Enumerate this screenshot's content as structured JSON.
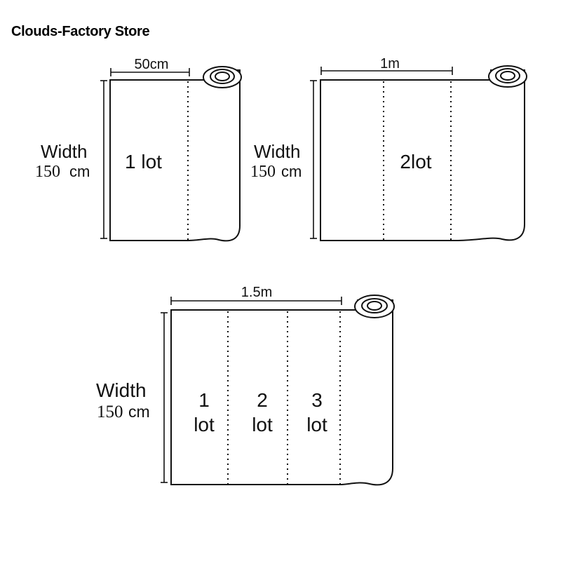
{
  "store_name": "Clouds-Factory Store",
  "width_word": "Width",
  "diagrams": [
    {
      "length_label": "50cm",
      "width_value": "150",
      "width_unit": "cm",
      "lots": [
        "1 lot"
      ]
    },
    {
      "length_label": "1m",
      "width_value": "150",
      "width_unit": "cm",
      "lots": [
        "2lot"
      ]
    },
    {
      "length_label": "1.5m",
      "width_value": "150",
      "width_unit": "cm",
      "lots": [
        {
          "number": "1",
          "word": "lot"
        },
        {
          "number": "2",
          "word": "lot"
        },
        {
          "number": "3",
          "word": "lot"
        }
      ]
    }
  ]
}
